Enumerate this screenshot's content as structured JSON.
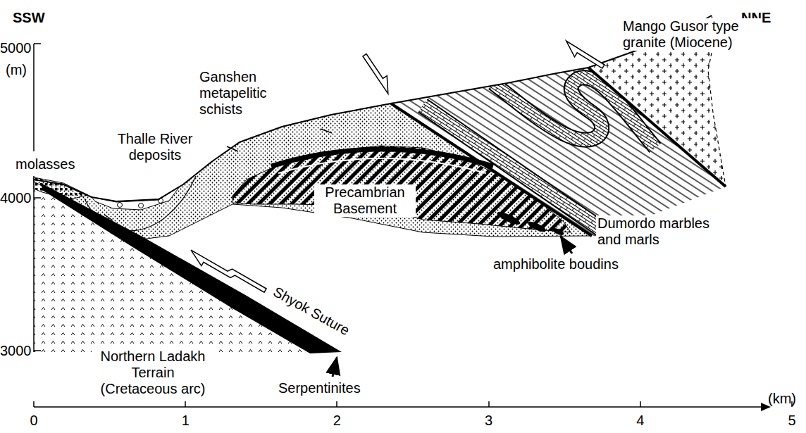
{
  "diagram": {
    "labels": [
      "SSW",
      "NNE",
      "5000",
      "(m)",
      "4000",
      "3000",
      "molasses",
      "Thalle River deposits",
      "Ganshen metapelitic schists",
      "Mango Gusor type granite (Miocene)",
      "Precambrian Basement",
      "Dumordo marbles and marls",
      "amphibolite boudins",
      "Shyok Suture",
      "Northern Ladakh Terrain (Cretaceous arc)",
      "Serpentinites",
      "0",
      "1",
      "2",
      "3",
      "4",
      "5",
      "(km)"
    ]
  }
}
